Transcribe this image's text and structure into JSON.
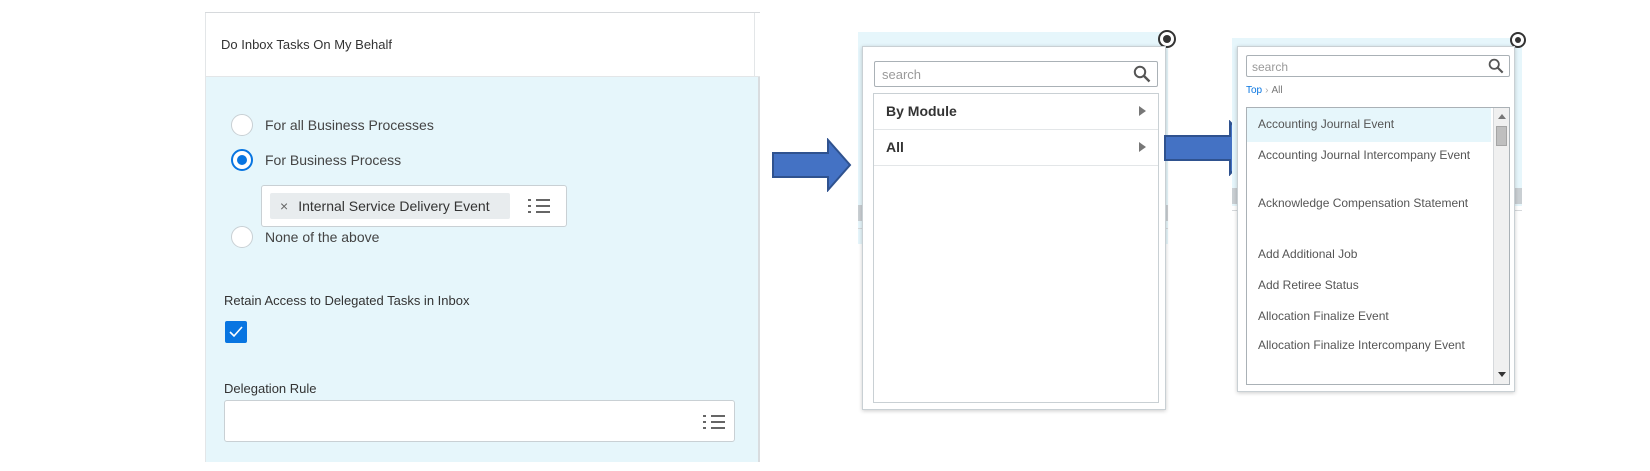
{
  "panel1": {
    "title": "Do Inbox Tasks On My Behalf",
    "radio_options": [
      {
        "label": "For all Business Processes",
        "checked": false
      },
      {
        "label": "For Business Process",
        "checked": true
      },
      {
        "label": "None of the above",
        "checked": false
      }
    ],
    "selected_process": {
      "remove_glyph": "×",
      "label": "Internal Service Delivery Event"
    },
    "retain_access_label": "Retain Access to Delegated Tasks in Inbox",
    "retain_access_checked": true,
    "delegation_rule_label": "Delegation Rule",
    "delegation_rule_value": ""
  },
  "panel2": {
    "search_placeholder": "search",
    "menu_items": [
      {
        "label": "By Module"
      },
      {
        "label": "All"
      }
    ]
  },
  "panel3": {
    "search_placeholder": "search",
    "breadcrumb": {
      "top": "Top",
      "separator": "›",
      "current": "All"
    },
    "options": [
      "Accounting Journal Event",
      "Accounting Journal Intercompany Event",
      "Acknowledge Compensation Statement",
      "Add Additional Job",
      "Add Retiree Status",
      "Allocation Finalize Event",
      "Allocation Finalize Intercompany Event"
    ],
    "highlighted_index": 0
  },
  "colors": {
    "accent": "#0875e1",
    "panel_bg": "#e6f6fb",
    "arrow_fill": "#4472c4",
    "arrow_stroke": "#2f528f"
  },
  "icons": {
    "search": "search-icon",
    "list": "list-icon",
    "check": "checkmark-icon",
    "remove": "close-icon",
    "submenu": "chevron-right-icon"
  }
}
